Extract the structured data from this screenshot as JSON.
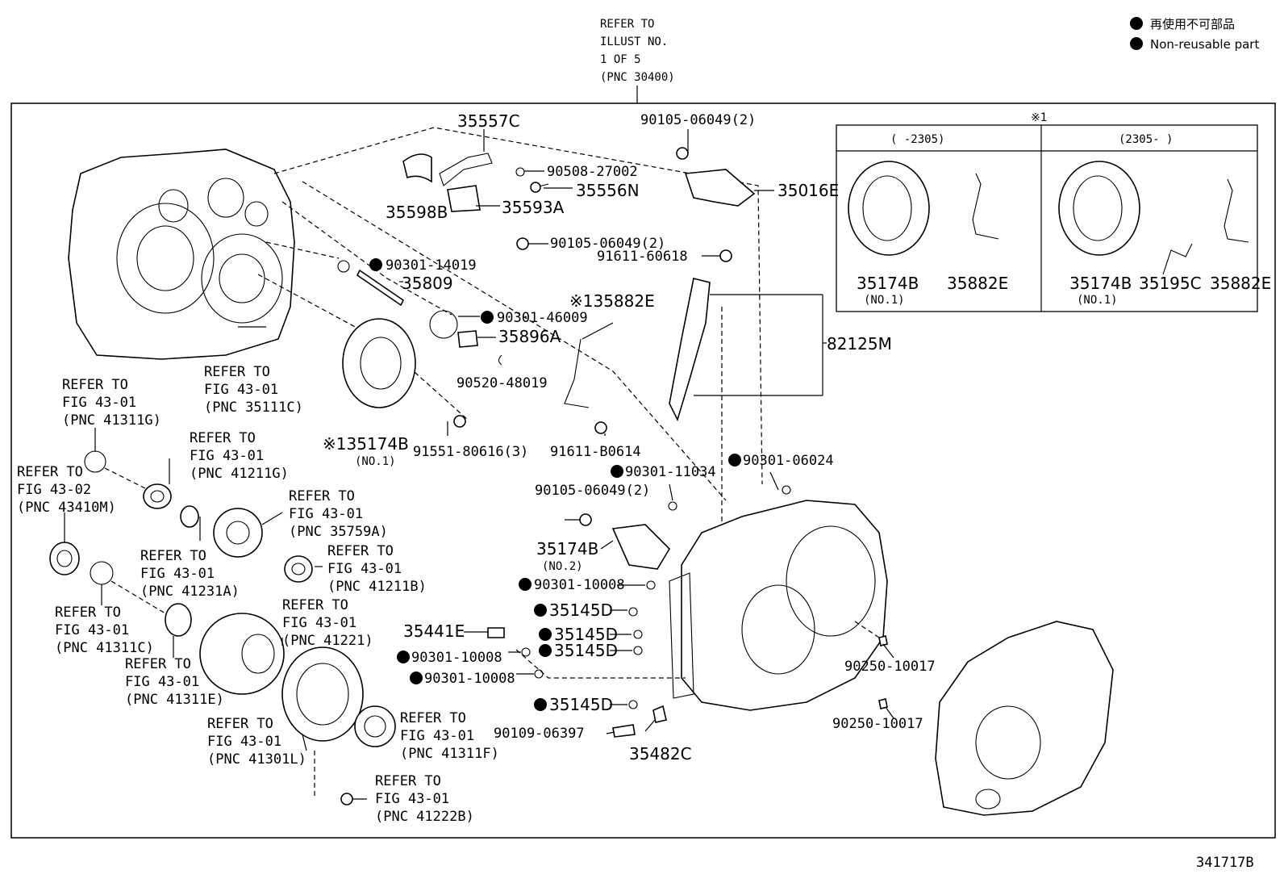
{
  "legend": {
    "line1": "再使用不可部品",
    "line2": "Non-reusable part"
  },
  "top_refer": [
    "REFER TO",
    "ILLUST NO.",
    "1 OF 5",
    "(PNC 30400)"
  ],
  "diagram_id": "341717B",
  "inset": {
    "mark": "※1",
    "left_header": "(      -2305)",
    "right_header": "(2305-      )",
    "left_parts": [
      "35174B",
      "35882E"
    ],
    "left_sub": "(NO.1)",
    "right_parts": [
      "35174B",
      "35195C",
      "35882E"
    ],
    "right_sub": "(NO.1)"
  },
  "parts": {
    "p35557C": "35557C",
    "p90508": "90508-27002",
    "p35598B": "35598B",
    "p35593A": "35593A",
    "p35556N": "35556N",
    "p90105a": "90105-06049(2)",
    "p90105b": "90105-06049(2)",
    "p90105c": "90105-06049(2)",
    "p35016E": "35016E",
    "p91611a": "91611-60618",
    "p90301_14019": "90301-14019",
    "p35809": "35809",
    "p90301_46009": "90301-46009",
    "p35896A": "35896A",
    "p90520": "90520-48019",
    "p35882E": "※135882E",
    "p82125M": "82125M",
    "p35174B_1": "※135174B",
    "p35174B_1sub": "(NO.1)",
    "p91551": "91551-80616(3)",
    "p91611b": "91611-B0614",
    "p90301_06024": "90301-06024",
    "p90301_11034": "90301-11034",
    "p35174B_2": "35174B",
    "p35174B_2sub": "(NO.2)",
    "p90301_10008a": "90301-10008",
    "p35145Da": "35145D",
    "p35441E": "35441E",
    "p35145Db": "35145D",
    "p35145Dc": "35145D",
    "p90301_10008b": "90301-10008",
    "p90301_10008c": "90301-10008",
    "p35145Dd": "35145D",
    "p90109": "90109-06397",
    "p35482C": "35482C",
    "p90250a": "90250-10017",
    "p90250b": "90250-10017"
  },
  "refers": {
    "r35111C": [
      "REFER TO",
      "FIG 43-01",
      "(PNC 35111C)"
    ],
    "r41311G": [
      "REFER TO",
      "FIG 43-01",
      "(PNC 41311G)"
    ],
    "r41211G": [
      "REFER TO",
      "FIG 43-01",
      "(PNC 41211G)"
    ],
    "r43410M": [
      "REFER TO",
      "FIG 43-02",
      "(PNC 43410M)"
    ],
    "r35759A": [
      "REFER TO",
      "FIG 43-01",
      "(PNC 35759A)"
    ],
    "r41231A": [
      "REFER TO",
      "FIG 43-01",
      "(PNC 41231A)"
    ],
    "r41211B": [
      "REFER TO",
      "FIG 43-01",
      "(PNC 41211B)"
    ],
    "r41311C": [
      "REFER TO",
      "FIG 43-01",
      "(PNC 41311C)"
    ],
    "r41221": [
      "REFER TO",
      "FIG 43-01",
      "(PNC 41221)"
    ],
    "r41311E": [
      "REFER TO",
      "FIG 43-01",
      "(PNC 41311E)"
    ],
    "r41301L": [
      "REFER TO",
      "FIG 43-01",
      "(PNC 41301L)"
    ],
    "r41311F": [
      "REFER TO",
      "FIG 43-01",
      "(PNC 41311F)"
    ],
    "r41222B": [
      "REFER TO",
      "FIG 43-01",
      "(PNC 41222B)"
    ]
  }
}
